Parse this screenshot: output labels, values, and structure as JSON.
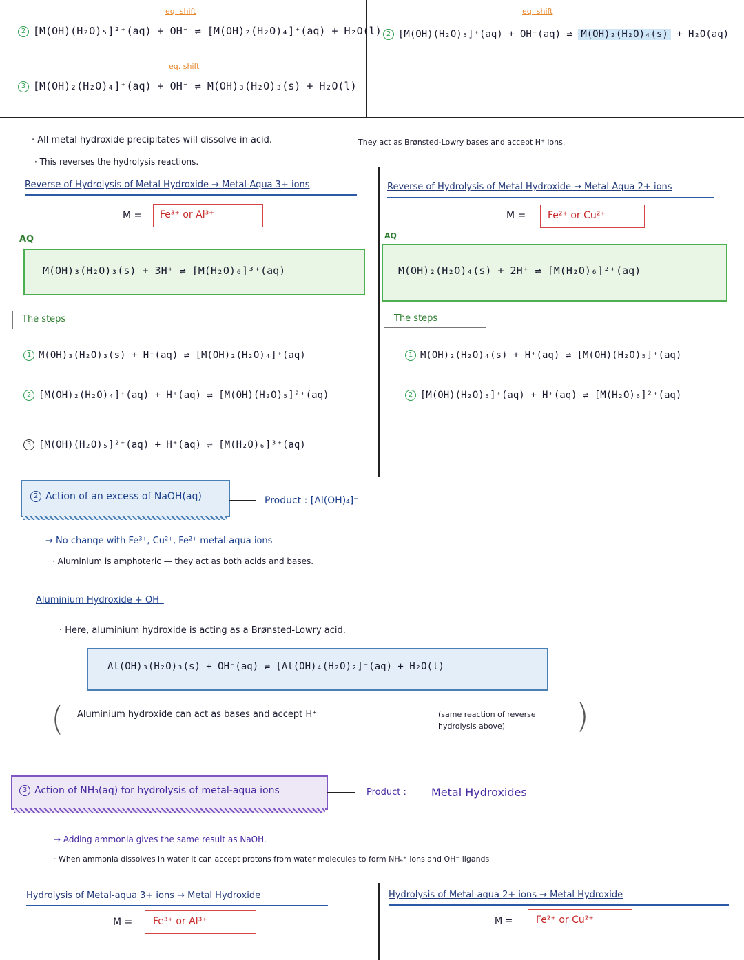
{
  "top_left": {
    "eq2_shift": "eq. shift",
    "eq2_num": "2",
    "eq2": "[M(OH)(H₂O)₅]²⁺(aq) + OH⁻ ⇌ [M(OH)₂(H₂O)₄]⁺(aq) + H₂O(l)",
    "eq3_shift": "eq. shift",
    "eq3_num": "3",
    "eq3": "[M(OH)₂(H₂O)₄]⁺(aq) + OH⁻ ⇌ M(OH)₃(H₂O)₃(s) + H₂O(l)"
  },
  "top_right": {
    "eq2_shift": "eq. shift",
    "eq2_num": "2",
    "eq2_left": "[M(OH)(H₂O)₅]⁺(aq) + OH⁻(aq) ⇌",
    "eq2_product": "M(OH)₂(H₂O)₄(s)",
    "eq2_right": "+ H₂O(aq)"
  },
  "notes": {
    "line1_a": "All metal hydroxide precipitates will dissolve in acid.",
    "line1_b": "They act as Brønsted-Lowry bases and accept H⁺ ions.",
    "line2": "This reverses the hydrolysis reactions."
  },
  "left_reverse": {
    "heading": "Reverse of Hydrolysis of Metal Hydroxide → Metal-Aqua 3+ ions",
    "m_label": "M =",
    "m_value": "Fe³⁺ or Al³⁺",
    "margin": "AQ",
    "overall": "M(OH)₃(H₂O)₃(s) + 3H⁺ ⇌ [M(H₂O)₆]³⁺(aq)",
    "steps_label": "The steps",
    "step1": "M(OH)₃(H₂O)₃(s) + H⁺(aq) ⇌ [M(OH)₂(H₂O)₄]⁺(aq)",
    "step2": "[M(OH)₂(H₂O)₄]⁺(aq) + H⁺(aq) ⇌ [M(OH)(H₂O)₅]²⁺(aq)",
    "step3": "[M(OH)(H₂O)₅]²⁺(aq) + H⁺(aq) ⇌ [M(H₂O)₆]³⁺(aq)"
  },
  "right_reverse": {
    "heading": "Reverse of Hydrolysis of Metal Hydroxide → Metal-Aqua 2+ ions",
    "m_label": "M =",
    "m_value": "Fe²⁺ or Cu²⁺",
    "margin": "AQ",
    "overall": "M(OH)₂(H₂O)₄(s) + 2H⁺ ⇌ [M(H₂O)₆]²⁺(aq)",
    "steps_label": "The steps",
    "step1": "M(OH)₂(H₂O)₄(s) + H⁺(aq) ⇌ [M(OH)(H₂O)₅]⁺(aq)",
    "step2": "[M(OH)(H₂O)₅]⁺(aq) + H⁺(aq) ⇌ [M(H₂O)₆]²⁺(aq)"
  },
  "section2": {
    "num": "2",
    "title": "Action of an excess of NaOH(aq)",
    "product": "Product : [Al(OH)₄]⁻",
    "bullet1": "→ No change with Fe³⁺, Cu²⁺, Fe²⁺ metal-aqua ions",
    "bullet2": "Aluminium is amphoteric — they act as both acids and bases.",
    "sub_heading": "Aluminium Hydroxide + OH⁻",
    "note": "Here, aluminium hydroxide is acting as a Brønsted-Lowry acid.",
    "equation": "Al(OH)₃(H₂O)₃(s) + OH⁻(aq) ⇌ [Al(OH)₄(H₂O)₂]⁻(aq) + H₂O(l)",
    "paren_a": "Aluminium hydroxide can act as bases and accept H⁺",
    "paren_b": "(same reaction of reverse hydrolysis above)"
  },
  "section3": {
    "num": "3",
    "title": "Action of NH₃(aq) for hydrolysis of metal-aqua ions",
    "product_label": "Product :",
    "product": "Metal Hydroxides",
    "bullet1": "→ Adding ammonia gives the same result as NaOH.",
    "bullet2": "When ammonia dissolves in water it can accept protons from water molecules to form NH₄⁺ ions and OH⁻ ligands"
  },
  "bottom_left": {
    "heading": "Hydrolysis of Metal-aqua 3+ ions → Metal Hydroxide",
    "m_label": "M =",
    "m_value": "Fe³⁺ or Al³⁺"
  },
  "bottom_right": {
    "heading": "Hydrolysis of Metal-aqua 2+ ions → Metal Hydroxide",
    "m_label": "M =",
    "m_value": "Fe²⁺ or Cu²⁺"
  },
  "colors": {
    "ink": "#1a1a2e",
    "heading_blue": "#1b3f8b",
    "shift_orange": "#e8862a",
    "box_red": "#d84343",
    "box_green_fill": "#e9f6e5",
    "box_blue_fill": "#e3eef9",
    "box_purple_fill": "#ede7f6"
  }
}
